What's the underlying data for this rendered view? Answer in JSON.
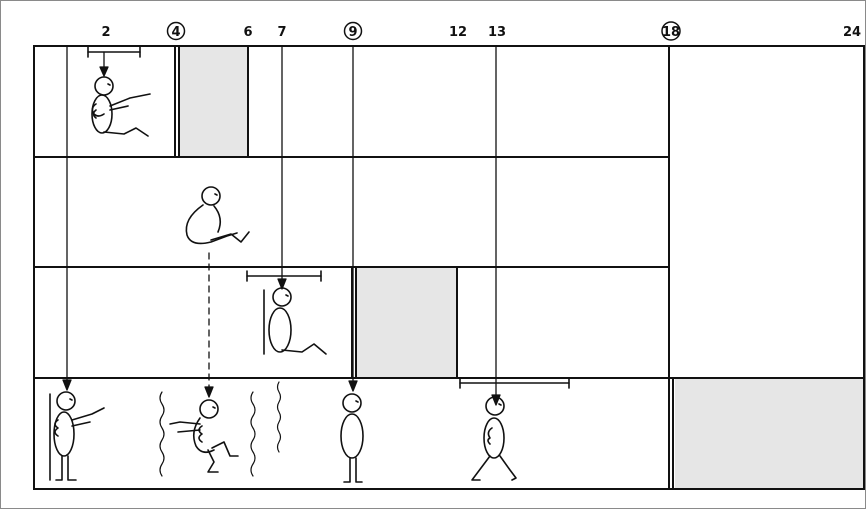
{
  "timeline": {
    "ticks": [
      {
        "label": "2",
        "circled": false
      },
      {
        "label": "4",
        "circled": true
      },
      {
        "label": "6",
        "circled": false
      },
      {
        "label": "7",
        "circled": false
      },
      {
        "label": "9",
        "circled": true
      },
      {
        "label": "12",
        "circled": false
      },
      {
        "label": "13",
        "circled": false
      },
      {
        "label": "18",
        "circled": true
      },
      {
        "label": "24",
        "circled": false
      }
    ]
  },
  "rows": [
    {
      "name": "row-1"
    },
    {
      "name": "row-2"
    },
    {
      "name": "row-3"
    },
    {
      "name": "row-4"
    }
  ],
  "colors": {
    "ink": "#111111",
    "shade": "#e6e6e6",
    "frame": "#8a8a8a"
  },
  "figures": [
    {
      "name": "figure-sitting-supported",
      "row": 1
    },
    {
      "name": "figure-sitting-unsupported",
      "row": 2
    },
    {
      "name": "figure-sitting-against-wall",
      "row": 3
    },
    {
      "name": "figure-standing-with-support",
      "row": 4
    },
    {
      "name": "figure-cruising",
      "row": 4
    },
    {
      "name": "figure-standing-alone",
      "row": 4
    },
    {
      "name": "figure-walking",
      "row": 4
    }
  ]
}
